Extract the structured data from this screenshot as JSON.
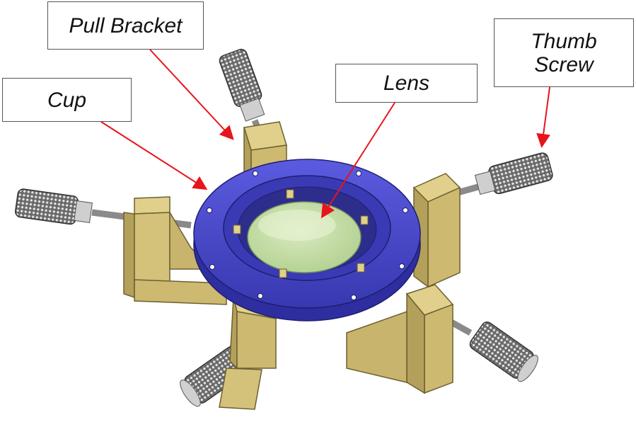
{
  "diagram": {
    "labels": {
      "pull_bracket": "Pull Bracket",
      "cup": "Cup",
      "lens": "Lens",
      "thumb_screw_line1": "Thumb",
      "thumb_screw_line2": "Screw"
    },
    "colors": {
      "arrow": "#e8141c",
      "cup": "#4a4ad8",
      "cup_dark": "#2e2ea0",
      "bracket": "#d6c37c",
      "bracket_dark": "#b3a05a",
      "lens": "#cfe8a8",
      "thumb_knurl": "#5a5a5a",
      "screw_metal": "#b8b8b8"
    },
    "parts": [
      "thumb-screw",
      "pull-bracket",
      "cup",
      "lens"
    ]
  }
}
